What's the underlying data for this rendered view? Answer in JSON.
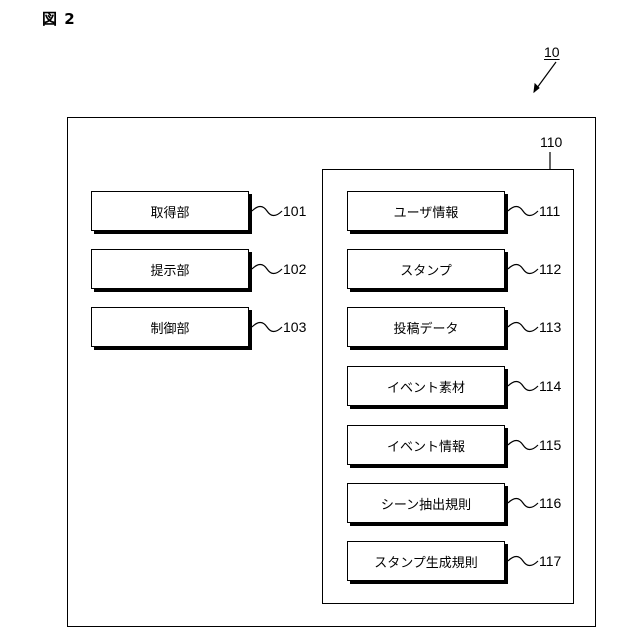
{
  "figure_label": "図 2",
  "device": {
    "ref": "10"
  },
  "storage": {
    "ref": "110"
  },
  "units": [
    {
      "label": "取得部",
      "ref": "101"
    },
    {
      "label": "提示部",
      "ref": "102"
    },
    {
      "label": "制御部",
      "ref": "103"
    }
  ],
  "storage_items": [
    {
      "label": "ユーザ情報",
      "ref": "111"
    },
    {
      "label": "スタンプ",
      "ref": "112"
    },
    {
      "label": "投稿データ",
      "ref": "113"
    },
    {
      "label": "イベント素材",
      "ref": "114"
    },
    {
      "label": "イベント情報",
      "ref": "115"
    },
    {
      "label": "シーン抽出規則",
      "ref": "116"
    },
    {
      "label": "スタンプ生成規則",
      "ref": "117"
    }
  ]
}
